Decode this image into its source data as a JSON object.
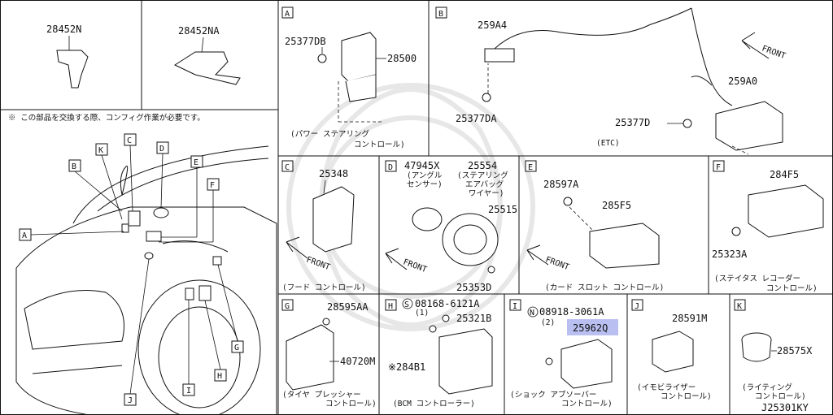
{
  "panels": {
    "p28452n": {
      "part": "28452N"
    },
    "p28452na": {
      "part": "28452NA"
    },
    "note": {
      "text": "※ この部品を交換する際、コンフィグ作業が必要です。"
    },
    "A": {
      "letter": "A",
      "parts": [
        "25377DB",
        "28500"
      ],
      "caption": [
        "(パワー ステアリング",
        "コントロール)"
      ]
    },
    "B": {
      "letter": "B",
      "parts": [
        "259A4",
        "259A0",
        "25377DA",
        "25377D"
      ],
      "front": "FRONT",
      "caption": "(ETC)"
    },
    "C": {
      "letter": "C",
      "parts": [
        "25348"
      ],
      "front": "FRONT",
      "caption": "(フード コントロール)"
    },
    "D": {
      "letter": "D",
      "parts": [
        "47945X",
        "25554",
        "25515",
        "25353D"
      ],
      "sub1": [
        "(アングル",
        "センサー)"
      ],
      "sub2": [
        "(ステアリング",
        "エアバッグ",
        "ワイヤー)"
      ],
      "front": "FRONT"
    },
    "E": {
      "letter": "E",
      "parts": [
        "28597A",
        "285F5"
      ],
      "front": "FRONT",
      "caption": "(カード スロット コントロール)"
    },
    "F": {
      "letter": "F",
      "parts": [
        "284F5",
        "25323A"
      ],
      "caption": [
        "(ステイタス レコーダー",
        "コントロール)"
      ]
    },
    "G": {
      "letter": "G",
      "parts": [
        "28595AA",
        "40720M"
      ],
      "caption": [
        "(タイヤ プレッシャー",
        "コントロール)"
      ]
    },
    "H": {
      "letter": "H",
      "parts": [
        "08168-6121A",
        "(1)",
        "25321B",
        "※284B1"
      ],
      "sym": "S",
      "caption": "(BCM コントローラー)"
    },
    "I": {
      "letter": "I",
      "parts": [
        "08918-3061A",
        "(2)",
        "25962Q"
      ],
      "sym": "N",
      "caption": [
        "(ショック アブソーバー",
        "コントロール)"
      ]
    },
    "J": {
      "letter": "J",
      "parts": [
        "28591M"
      ],
      "caption": [
        "(イモビライザー",
        "コントロール)"
      ]
    },
    "K": {
      "letter": "K",
      "parts": [
        "28575X"
      ],
      "caption": [
        "(ライティング",
        "コントロール)"
      ]
    }
  },
  "car_callouts": [
    "A",
    "B",
    "C",
    "D",
    "E",
    "F",
    "G",
    "H",
    "I",
    "J",
    "K"
  ],
  "diagram_code": "J25301KY",
  "colors": {
    "highlight": "#b9bff0",
    "line": "#111111"
  }
}
